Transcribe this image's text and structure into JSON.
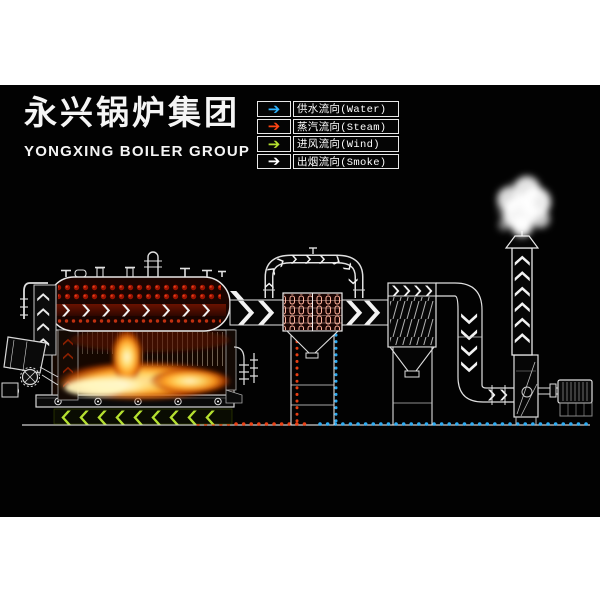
{
  "header": {
    "title_cn": "永兴锅炉集团",
    "title_en": "YONGXING BOILER GROUP",
    "text_color": "#f5f5f5"
  },
  "legend": {
    "border_color": "#e9e9e9",
    "rows": [
      {
        "key": "water",
        "glyph": "➔",
        "color": "#2fb4ff",
        "label": "供水流向(Water)"
      },
      {
        "key": "steam",
        "glyph": "➔",
        "color": "#ff4514",
        "label": "蒸汽流向(Steam)"
      },
      {
        "key": "wind",
        "glyph": "➔",
        "color": "#b5e030",
        "label": "进风流向(Wind)"
      },
      {
        "key": "smoke",
        "glyph": "➔",
        "color": "#ffffff",
        "label": "出烟流向(Smoke)"
      }
    ]
  },
  "diagram": {
    "flow_colors": {
      "water": "#2fb4ff",
      "steam": "#ff4514",
      "wind": "#b5e030",
      "smoke": "#f2f2f2"
    },
    "palette": {
      "background": "#020202",
      "line": "#e8e8e8",
      "tube_dot_red": "#a81200",
      "flame_core": "#fff3b0",
      "flame_mid": "#ff9c1c",
      "flame_edge": "#b23400",
      "economizer_coil": "#ffb09a"
    },
    "components": [
      "chain-grate-boiler",
      "boiler-drum",
      "furnace-flame",
      "coal-hopper-feeder",
      "grate-air-flow",
      "economizer",
      "dust-collector",
      "induced-draft-fan",
      "fan-motor",
      "chimney",
      "smoke-plume",
      "water-steam-piping"
    ]
  }
}
